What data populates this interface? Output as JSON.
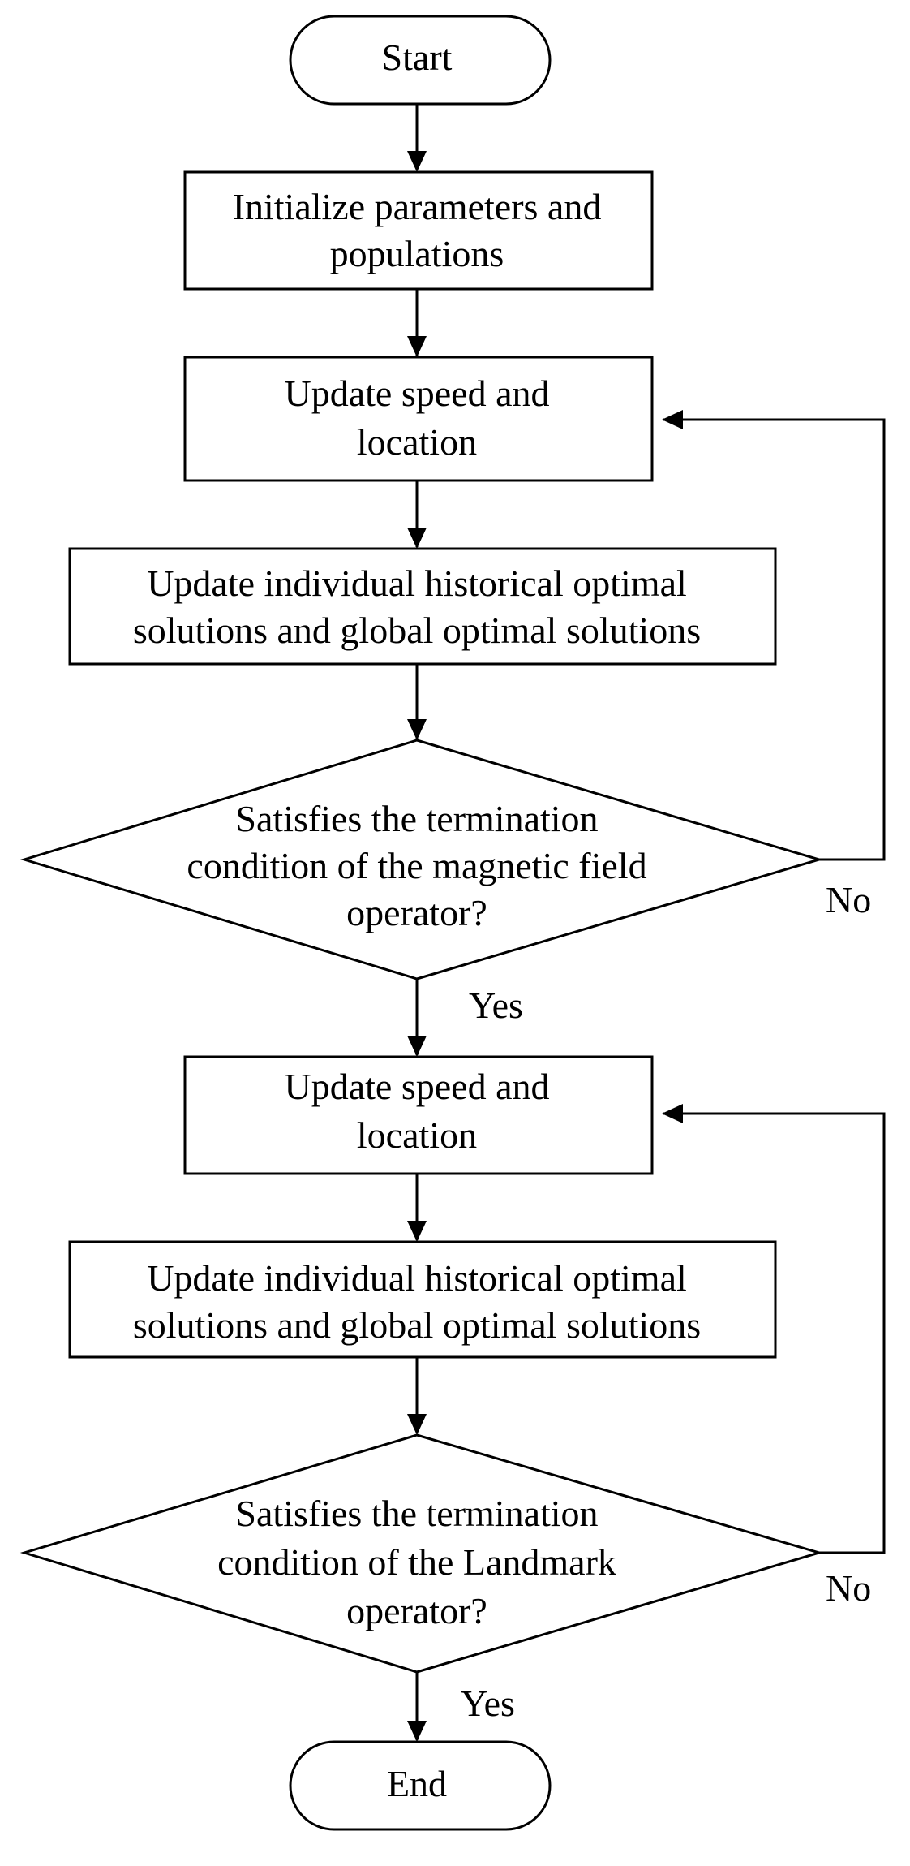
{
  "flowchart": {
    "nodes": {
      "start": {
        "kind": "terminal",
        "lines": [
          "Start"
        ]
      },
      "init": {
        "kind": "process",
        "lines": [
          "Initialize parameters and",
          "populations"
        ]
      },
      "update_speed_1": {
        "kind": "process",
        "lines": [
          "Update speed and",
          "location"
        ]
      },
      "update_optimal_1": {
        "kind": "process",
        "lines": [
          "Update individual historical optimal",
          "solutions and global optimal solutions"
        ]
      },
      "decision_magnetic": {
        "kind": "decision",
        "lines": [
          "Satisfies the termination",
          "condition of the magnetic field",
          "operator?"
        ]
      },
      "update_speed_2": {
        "kind": "process",
        "lines": [
          "Update speed and",
          "location"
        ]
      },
      "update_optimal_2": {
        "kind": "process",
        "lines": [
          "Update individual historical optimal",
          "solutions and global optimal solutions"
        ]
      },
      "decision_landmark": {
        "kind": "decision",
        "lines": [
          "Satisfies the termination",
          "condition of the Landmark",
          "operator?"
        ]
      },
      "end": {
        "kind": "terminal",
        "lines": [
          "End"
        ]
      }
    },
    "edges": [
      {
        "from": "start",
        "to": "init",
        "label": ""
      },
      {
        "from": "init",
        "to": "update_speed_1",
        "label": ""
      },
      {
        "from": "update_speed_1",
        "to": "update_optimal_1",
        "label": ""
      },
      {
        "from": "update_optimal_1",
        "to": "decision_magnetic",
        "label": ""
      },
      {
        "from": "decision_magnetic",
        "to": "update_speed_2",
        "label": "Yes"
      },
      {
        "from": "decision_magnetic",
        "to": "update_speed_1",
        "label": "No"
      },
      {
        "from": "update_speed_2",
        "to": "update_optimal_2",
        "label": ""
      },
      {
        "from": "update_optimal_2",
        "to": "decision_landmark",
        "label": ""
      },
      {
        "from": "decision_landmark",
        "to": "end",
        "label": "Yes"
      },
      {
        "from": "decision_landmark",
        "to": "update_speed_2",
        "label": "No"
      }
    ]
  }
}
